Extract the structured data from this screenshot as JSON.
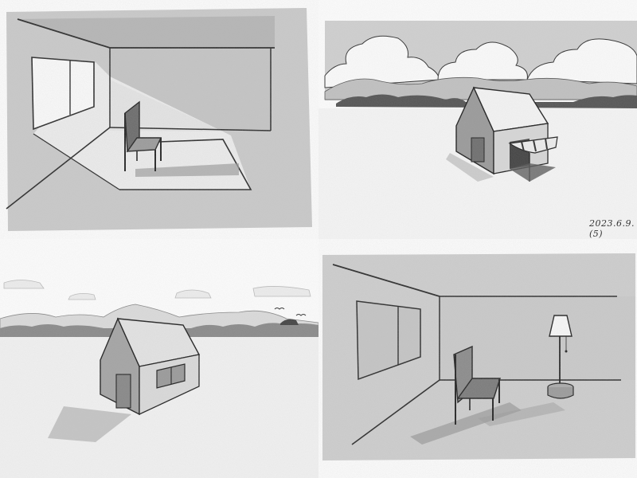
{
  "image": {
    "description": "Four pencil sketches in a 2x2 grid demonstrating one-point perspective drawing",
    "layout": "2x2 grid",
    "palette": {
      "paper": "#fbfbfb",
      "graphite_light": "#d9d9d9",
      "graphite_mid": "#a8a8a8",
      "graphite_dark": "#3a3a3a",
      "line": "#2a2a2a"
    }
  },
  "panels": [
    {
      "position": "top-left",
      "subject": "Interior room with a window on the left wall, a chair, and a bright sunlight patch on the floor"
    },
    {
      "position": "top-right",
      "subject": "Small gabled house with a striped awning, clouds and mountain ranges in the background",
      "annotation": "2023.6.9.(5)"
    },
    {
      "position": "bottom-left",
      "subject": "Gabled house with a door and a two-pane window, low mountains, thin clouds and birds in the sky"
    },
    {
      "position": "bottom-right",
      "subject": "Interior room with a window on the left wall, a chair, and a floor lamp casting shadows"
    }
  ]
}
